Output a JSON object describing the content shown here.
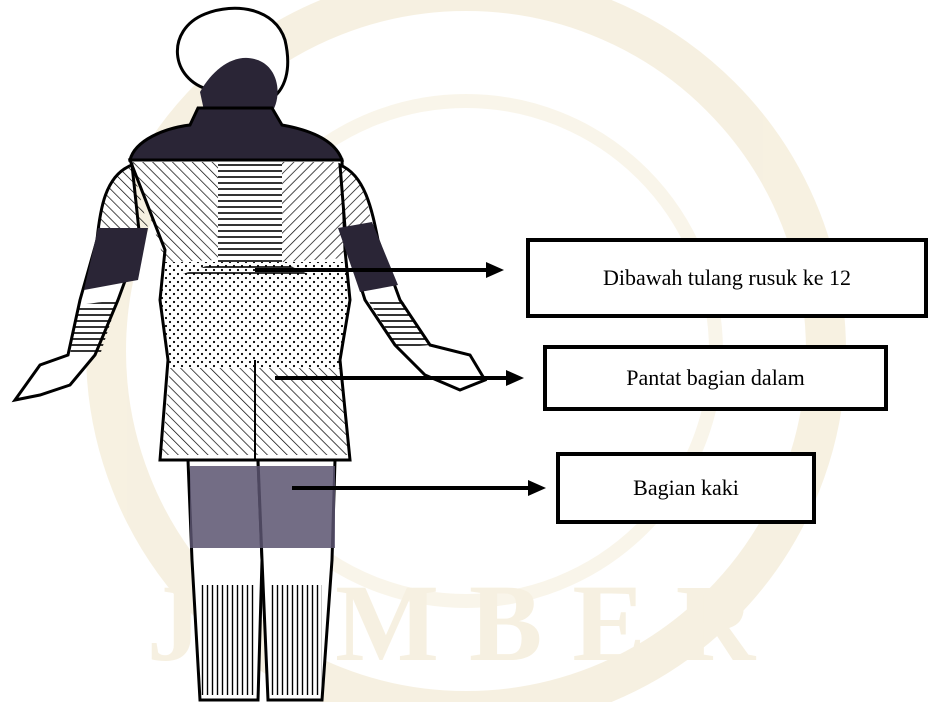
{
  "labels": [
    {
      "text": "Dibawah tulang rusuk ke 12"
    },
    {
      "text": "Pantat bagian dalam"
    },
    {
      "text": "Bagian kaki"
    }
  ],
  "colors": {
    "line": "#000000",
    "dark_region": "#2a2536",
    "leg_band": "#5a5470",
    "watermark": "#efe3c4"
  },
  "watermark_text": "JEMBER"
}
